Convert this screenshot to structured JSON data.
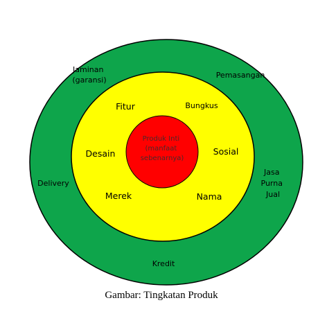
{
  "colors": {
    "outer_ring": "#0ea54b",
    "middle_ring": "#ffff00",
    "core": "#ff0000",
    "stroke": "#000000"
  },
  "outer_ring": {
    "labels": {
      "jaminan_line1": "Jaminan",
      "jaminan_line2": "(garansi)",
      "pemasangan": "Pemasangan",
      "jasa_line1": "Jasa",
      "jasa_line2": "Purna",
      "jasa_line3": "Jual",
      "delivery": "Delivery",
      "kredit": "Kredit"
    }
  },
  "middle_ring": {
    "labels": {
      "fitur": "Fitur",
      "bungkus": "Bungkus",
      "desain": "Desain",
      "sosial": "Sosial",
      "merek": "Merek",
      "nama": "Nama"
    }
  },
  "core": {
    "line1": "Produk Inti",
    "line2": "(manfaat",
    "line3": "sebenarnya)"
  },
  "caption": "Gambar: Tingkatan Produk"
}
